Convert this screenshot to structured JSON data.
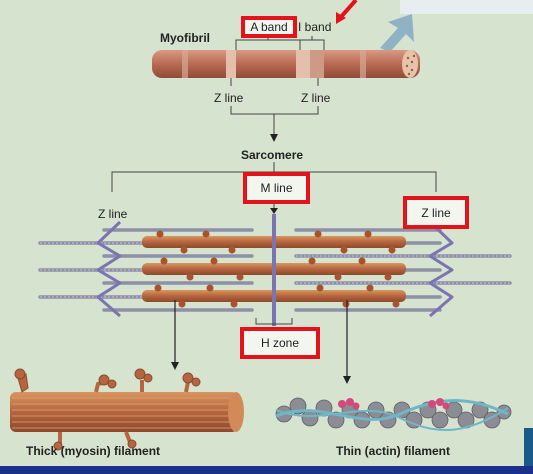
{
  "labels": {
    "myofibril": "Myofibril",
    "a_band": "A band",
    "i_band": "I band",
    "z_line_left_top": "Z line",
    "z_line_right_top": "Z line",
    "sarcomere": "Sarcomere",
    "m_line": "M line",
    "z_line_left": "Z line",
    "z_line_right": "Z line",
    "h_zone": "H zone",
    "thick_filament": "Thick (myosin) filament",
    "thin_filament": "Thin (actin) filament"
  },
  "colors": {
    "background": "#d6e3cf",
    "highlight_box": "#e3121b",
    "myofibril": "#b86a52",
    "myosin": "#b5653f",
    "actin": "#8e90a8",
    "m_line": "#7a74b0",
    "arrow_blue": "#8fb3c2",
    "bottom_bar": "#1c2f8a"
  }
}
